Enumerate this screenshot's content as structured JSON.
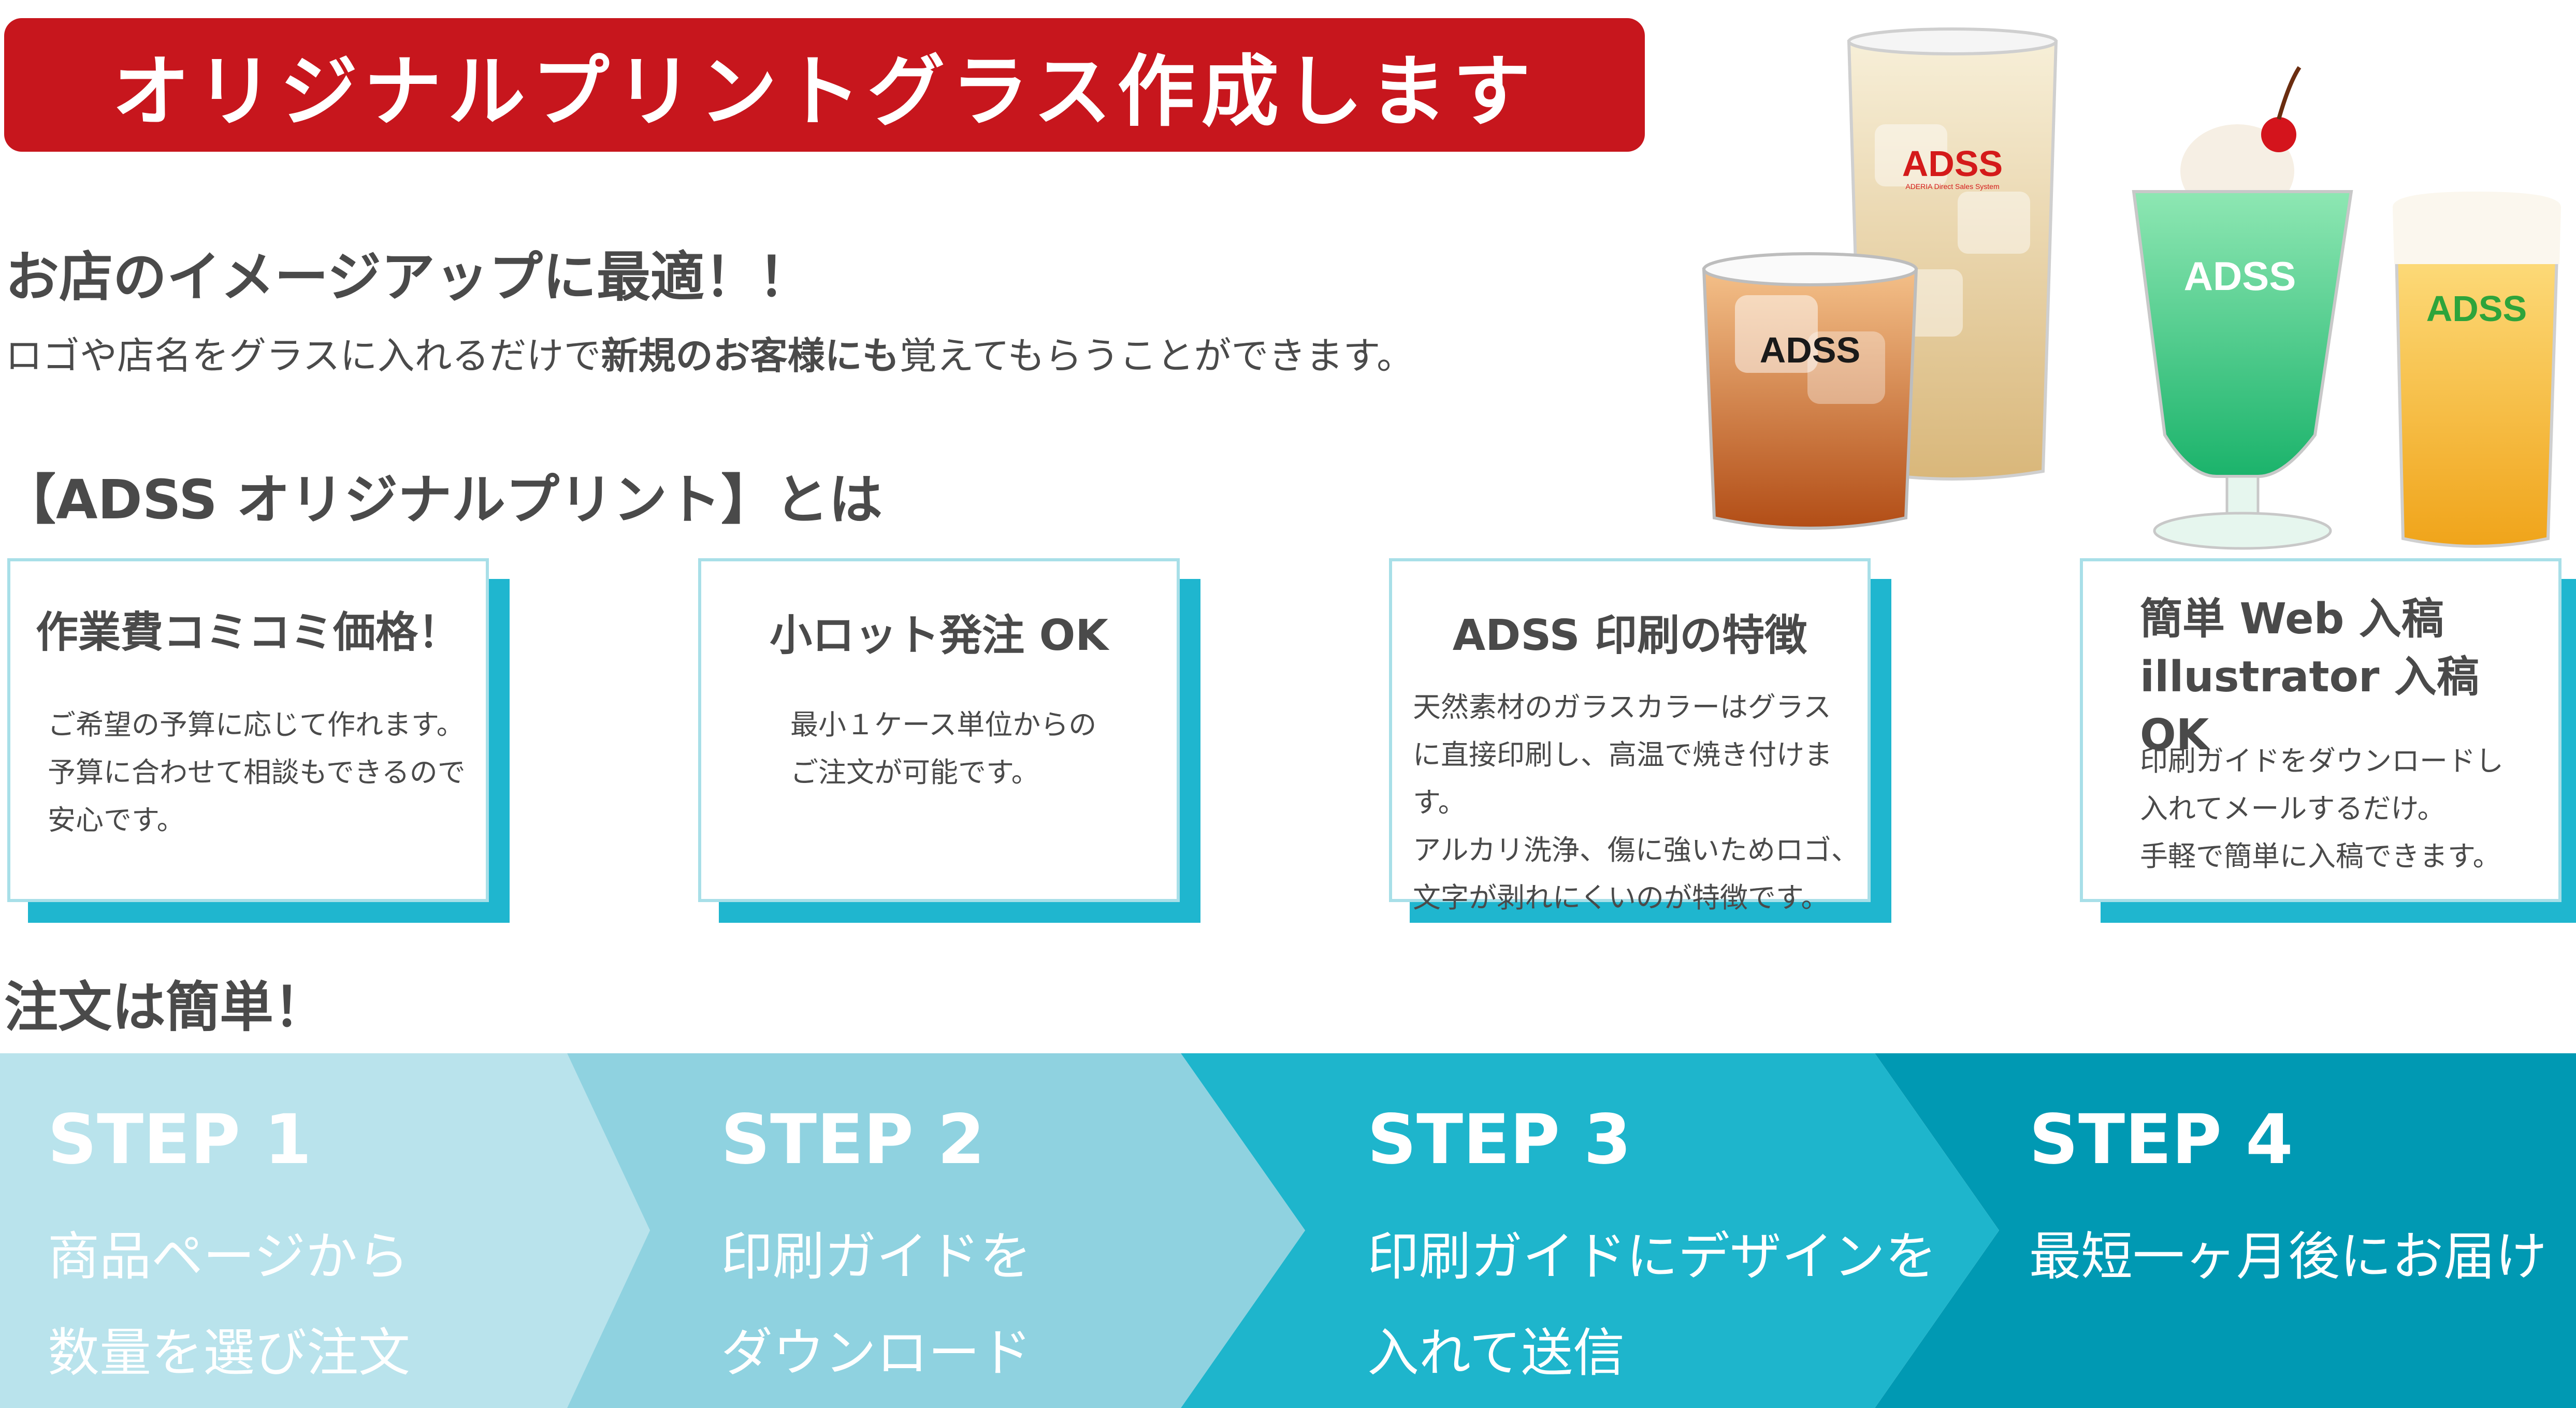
{
  "banner": {
    "title": "オリジナルプリントグラス作成します"
  },
  "intro": {
    "heading": "お店のイメージアップに最適！！",
    "desc_prefix": "ロゴや店名をグラスに入れるだけで",
    "desc_bold": "新規のお客様にも",
    "desc_suffix": "覚えてもらうことができます。"
  },
  "about": {
    "heading": "【ADSS オリジナルプリント】とは"
  },
  "features": [
    {
      "title": "作業費コミコミ価格！",
      "body": "ご希望の予算に応じて作れます。\n予算に合わせて相談もできるので\n安心です。"
    },
    {
      "title": "小ロット発注 OK",
      "body": "最小１ケース単位からの\nご注文が可能です。"
    },
    {
      "title": "ADSS 印刷の特徴",
      "body": "天然素材のガラスカラーはグラス\nに直接印刷し、高温で焼き付けます。\nアルカリ洗浄、傷に強いためロゴ、\n文字が剥れにくいのが特徴です。"
    },
    {
      "title": "簡単 Web 入稿\nillustrator 入稿 OK",
      "body": "印刷ガイドをダウンロードし\n入れてメールするだけ。\n手軽で簡単に入稿できます。"
    }
  ],
  "order": {
    "heading": "注文は簡単！"
  },
  "steps": [
    {
      "label": "STEP 1",
      "text": "商品ページから\n数量を選び注文",
      "color": "#b9e3ec"
    },
    {
      "label": "STEP  2",
      "text": "印刷ガイドを\nダウンロード",
      "color": "#8fd2e0"
    },
    {
      "label": "STEP 3",
      "text": "印刷ガイドにデザインを\n入れて送信",
      "color": "#1eb5cc"
    },
    {
      "label": "STEP  4",
      "text": "最短一ヶ月後にお届け",
      "color": "#0099b3"
    }
  ],
  "glasses": {
    "logo": "ADSS",
    "logo_sub": "ADERIA Direct Sales System"
  },
  "colors": {
    "brand_red": "#c7161d",
    "card_accent": "#1fb6cf",
    "card_border": "#a8dfe8"
  }
}
